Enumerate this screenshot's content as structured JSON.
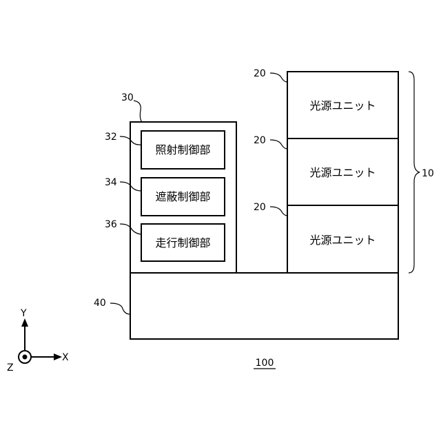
{
  "figure": {
    "reference": "100",
    "system_ref": "10",
    "light_source_units": [
      {
        "ref": "20",
        "label": "光源ユニット"
      },
      {
        "ref": "20",
        "label": "光源ユニット"
      },
      {
        "ref": "20",
        "label": "光源ユニット"
      }
    ],
    "controller": {
      "ref": "30",
      "units": [
        {
          "ref": "32",
          "label": "照射制御部"
        },
        {
          "ref": "34",
          "label": "遮蔽制御部"
        },
        {
          "ref": "36",
          "label": "走行制御部"
        }
      ]
    },
    "base": {
      "ref": "40"
    },
    "axes": {
      "y": "Y",
      "x": "X",
      "z": "Z"
    }
  }
}
